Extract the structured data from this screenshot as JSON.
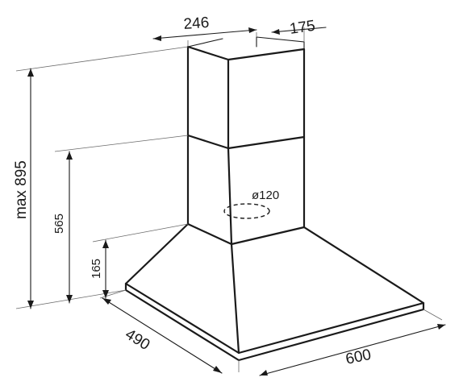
{
  "dimensions": {
    "chimney_width": "246",
    "chimney_depth": "175",
    "max_height": "max 895",
    "body_height": "565",
    "canopy_height": "165",
    "hood_depth": "490",
    "hood_width": "600",
    "outlet_diameter": "ø120"
  }
}
